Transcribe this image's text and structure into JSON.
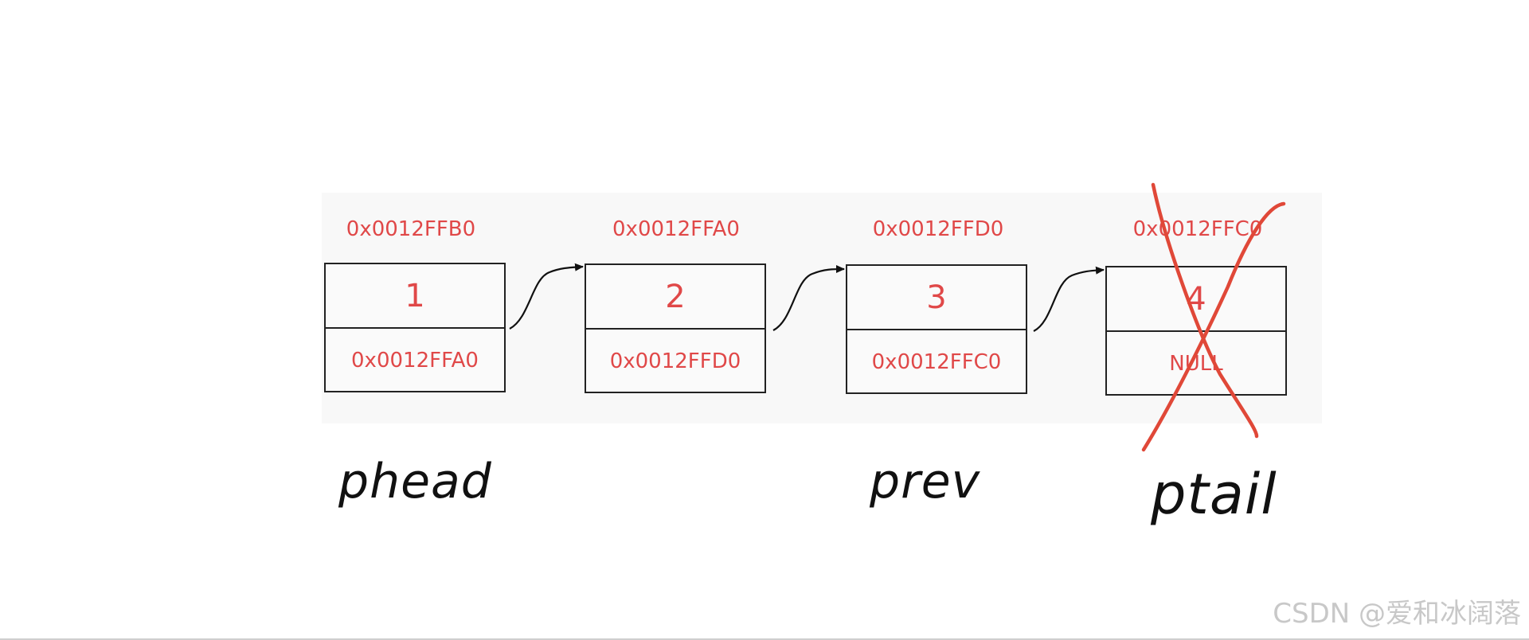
{
  "colors": {
    "accent": "#e04848",
    "ink": "#111111",
    "panel": "#f8f8f8",
    "watermark": "#c8c8c8"
  },
  "nodes": [
    {
      "address": "0x0012FFB0",
      "value": "1",
      "next": "0x0012FFA0"
    },
    {
      "address": "0x0012FFA0",
      "value": "2",
      "next": "0x0012FFD0"
    },
    {
      "address": "0x0012FFD0",
      "value": "3",
      "next": "0x0012FFC0"
    },
    {
      "address": "0x0012FFC0",
      "value": "4",
      "next": "NULL"
    }
  ],
  "pointers": {
    "phead": "phead",
    "prev": "prev",
    "ptail": "ptail"
  },
  "watermark": "CSDN @爱和冰阔落"
}
